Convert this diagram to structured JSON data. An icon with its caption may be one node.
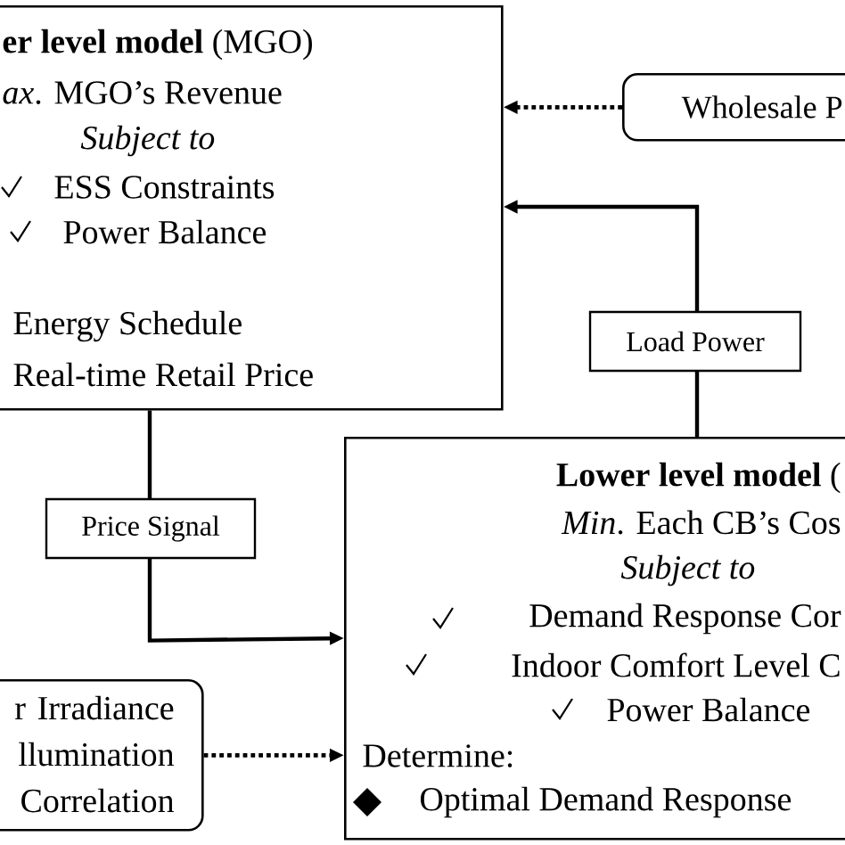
{
  "diagram": {
    "nodes": [
      {
        "text": [
          "**er level model** (MGO)",
          "*ax*. MGO’s Revenue",
          "Subject to",
          "ESS Constraints",
          "Power Balance",
          "Energy Schedule",
          "Real-time Retail Price"
        ]
      },
      {
        "text": [
          "Wholesale P"
        ]
      },
      {
        "text": [
          "**Lower level model** (",
          "*Min*. Each CB’s Cos",
          "Subject to",
          "Demand Response Cor",
          "Indoor Comfort Level C",
          "Power Balance",
          "Determine:",
          "Optimal Demand Response"
        ]
      },
      {
        "text": [
          "r Irradiance llumination Correlation"
        ]
      }
    ],
    "edges": [
      {
        "from": 1,
        "to": 0,
        "arrow": "to",
        "style": "dashed"
      },
      {
        "from": 2,
        "to": 0,
        "arrow": "to",
        "label": "Load Power"
      },
      {
        "from": 0,
        "to": 2,
        "arrow": "to",
        "label": "Price Signal"
      },
      {
        "from": 3,
        "to": 2,
        "arrow": "to",
        "style": "dashed"
      }
    ]
  }
}
